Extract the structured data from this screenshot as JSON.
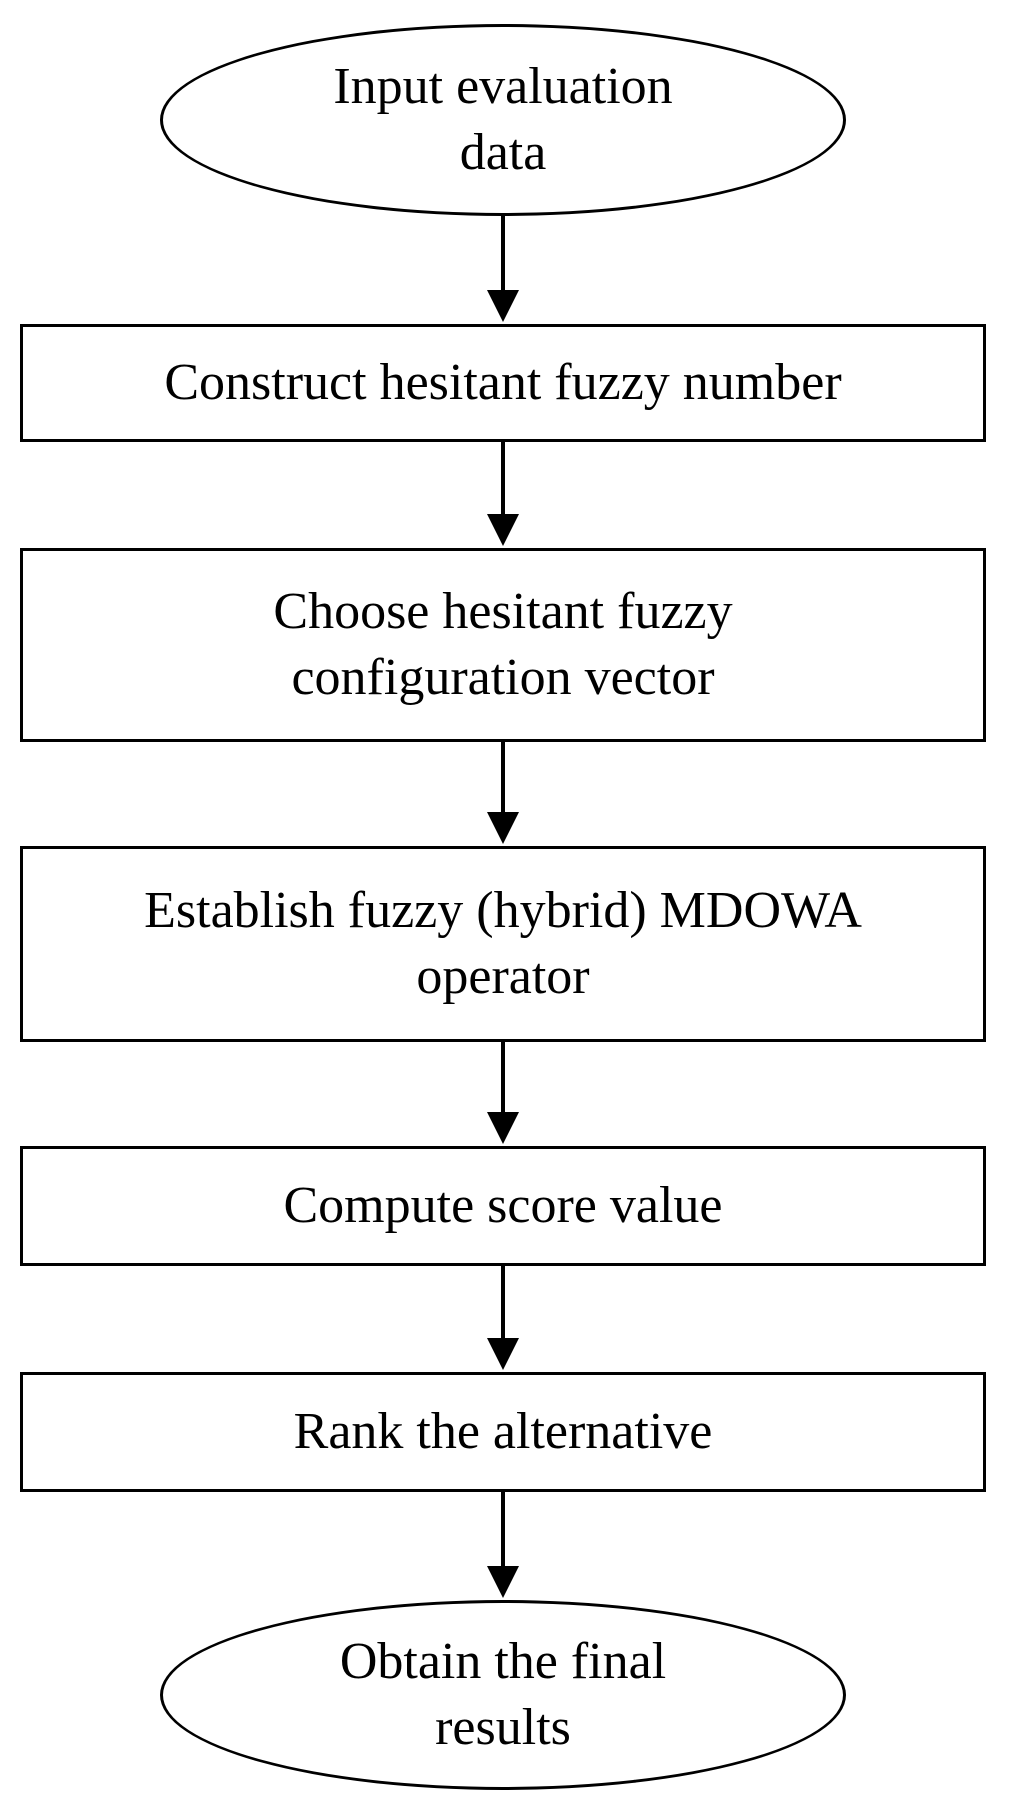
{
  "flowchart": {
    "start": {
      "label": "Input evaluation\ndata"
    },
    "steps": [
      {
        "label": "Construct hesitant fuzzy number"
      },
      {
        "label": "Choose hesitant fuzzy\nconfiguration vector"
      },
      {
        "label": "Establish fuzzy (hybrid) MDOWA\noperator"
      },
      {
        "label": "Compute score value"
      },
      {
        "label": "Rank the alternative"
      }
    ],
    "end": {
      "label": "Obtain the final\nresults"
    }
  },
  "colors": {
    "stroke": "#000000",
    "background": "#ffffff"
  }
}
